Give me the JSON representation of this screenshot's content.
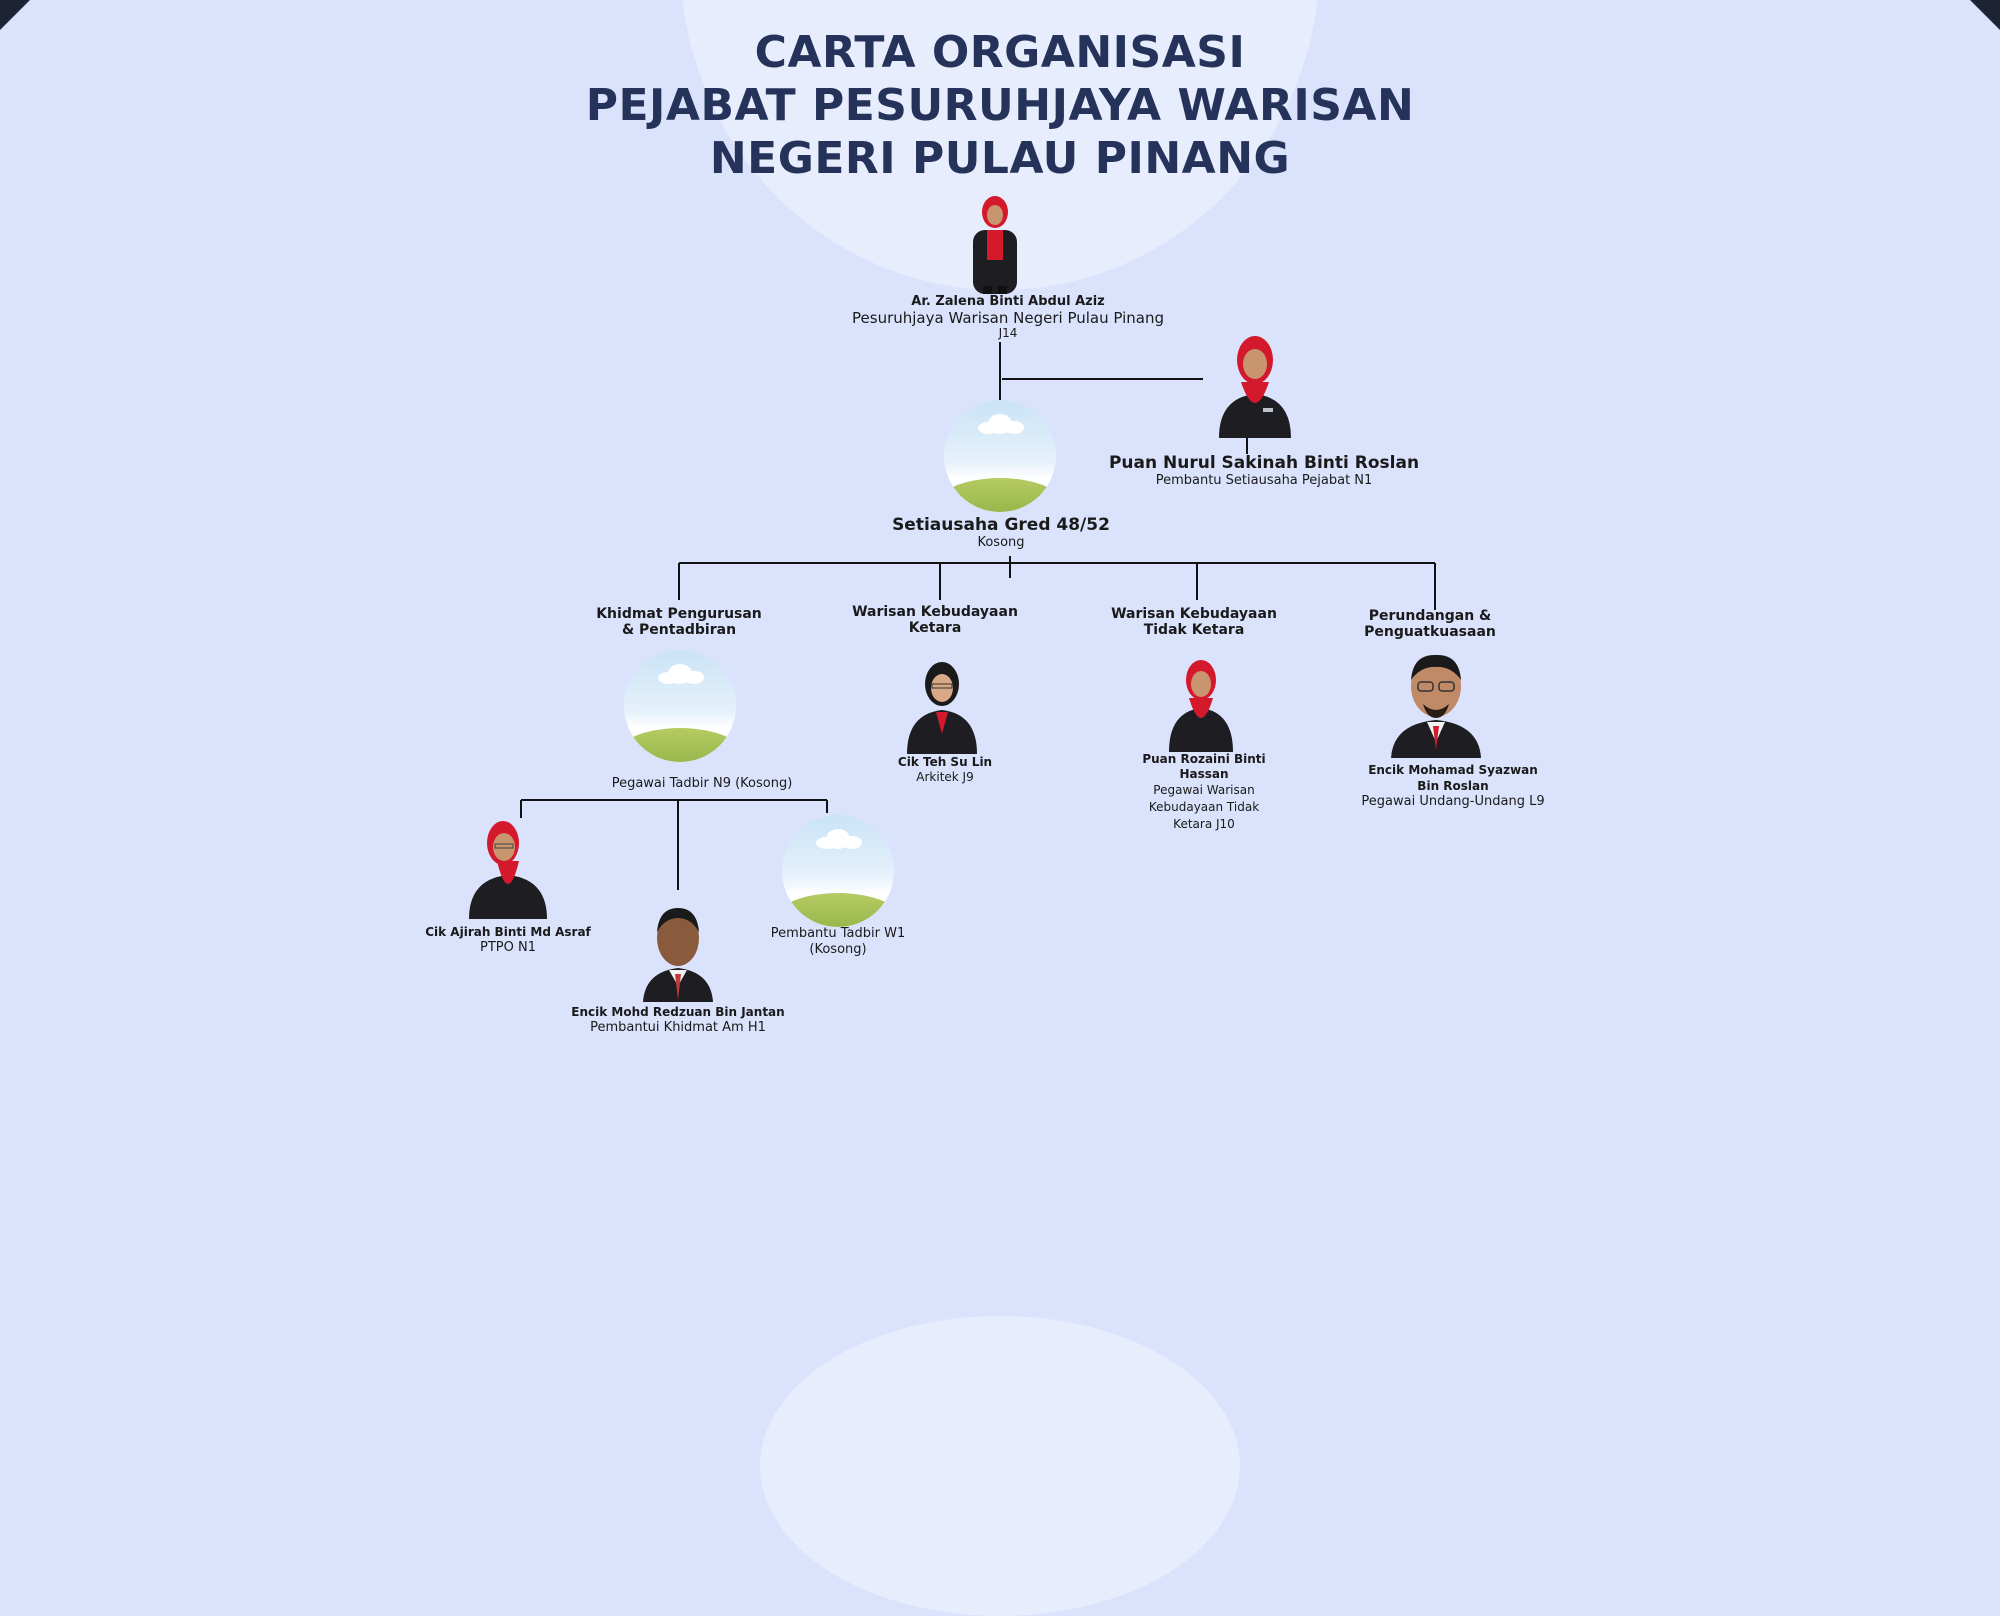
{
  "title": {
    "line1": "CARTA ORGANISASI",
    "line2": "PEJABAT PESURUHJAYA WARISAN",
    "line3": "NEGERI PULAU PINANG"
  },
  "commissioner": {
    "name": "Ar. Zalena Binti Abdul Aziz",
    "role": "Pesuruhjaya Warisan Negeri Pulau Pinang",
    "grade": "J14"
  },
  "office_assistant": {
    "name": "Puan Nurul Sakinah Binti Roslan",
    "role": "Pembantu Setiausaha Pejabat N1"
  },
  "secretary": {
    "name": "Setiausaha Gred 48/52",
    "status": "Kosong"
  },
  "units": [
    {
      "line1": "Khidmat Pengurusan",
      "line2": "& Pentadbiran"
    },
    {
      "line1": "Warisan Kebudayaan",
      "line2": "Ketara"
    },
    {
      "line1": "Warisan Kebudayaan",
      "line2": "Tidak Ketara"
    },
    {
      "line1": "Perundangan &",
      "line2": "Penguatkuasaan"
    }
  ],
  "admin_officer": {
    "role": "Pegawai Tadbir N9 (Kosong)"
  },
  "architect": {
    "name": "Cik Teh Su Lin",
    "role": "Arkitek J9"
  },
  "heritage_officer": {
    "name_line1": "Puan Rozaini Binti",
    "name_line2": "Hassan",
    "role_line1": "Pegawai Warisan",
    "role_line2": "Kebudayaan Tidak",
    "role_line3": "Ketara J10"
  },
  "legal_officer": {
    "name_line1": "Encik Mohamad Syazwan",
    "name_line2": "Bin Roslan",
    "role": "Pegawai Undang-Undang L9"
  },
  "ptpo": {
    "name": "Cik Ajirah Binti Md Asraf",
    "role": "PTPO N1"
  },
  "general_assistant": {
    "name": "Encik Mohd Redzuan Bin Jantan",
    "role": "Pembantui Khidmat Am H1"
  },
  "admin_assistant": {
    "role_line1": "Pembantu Tadbir W1",
    "role_line2": "(Kosong)"
  },
  "colors": {
    "background": "#dbe3fc",
    "title": "#25335a",
    "suit": "#1d1d22",
    "hijab": "#d3192b",
    "connector": "#111111"
  }
}
